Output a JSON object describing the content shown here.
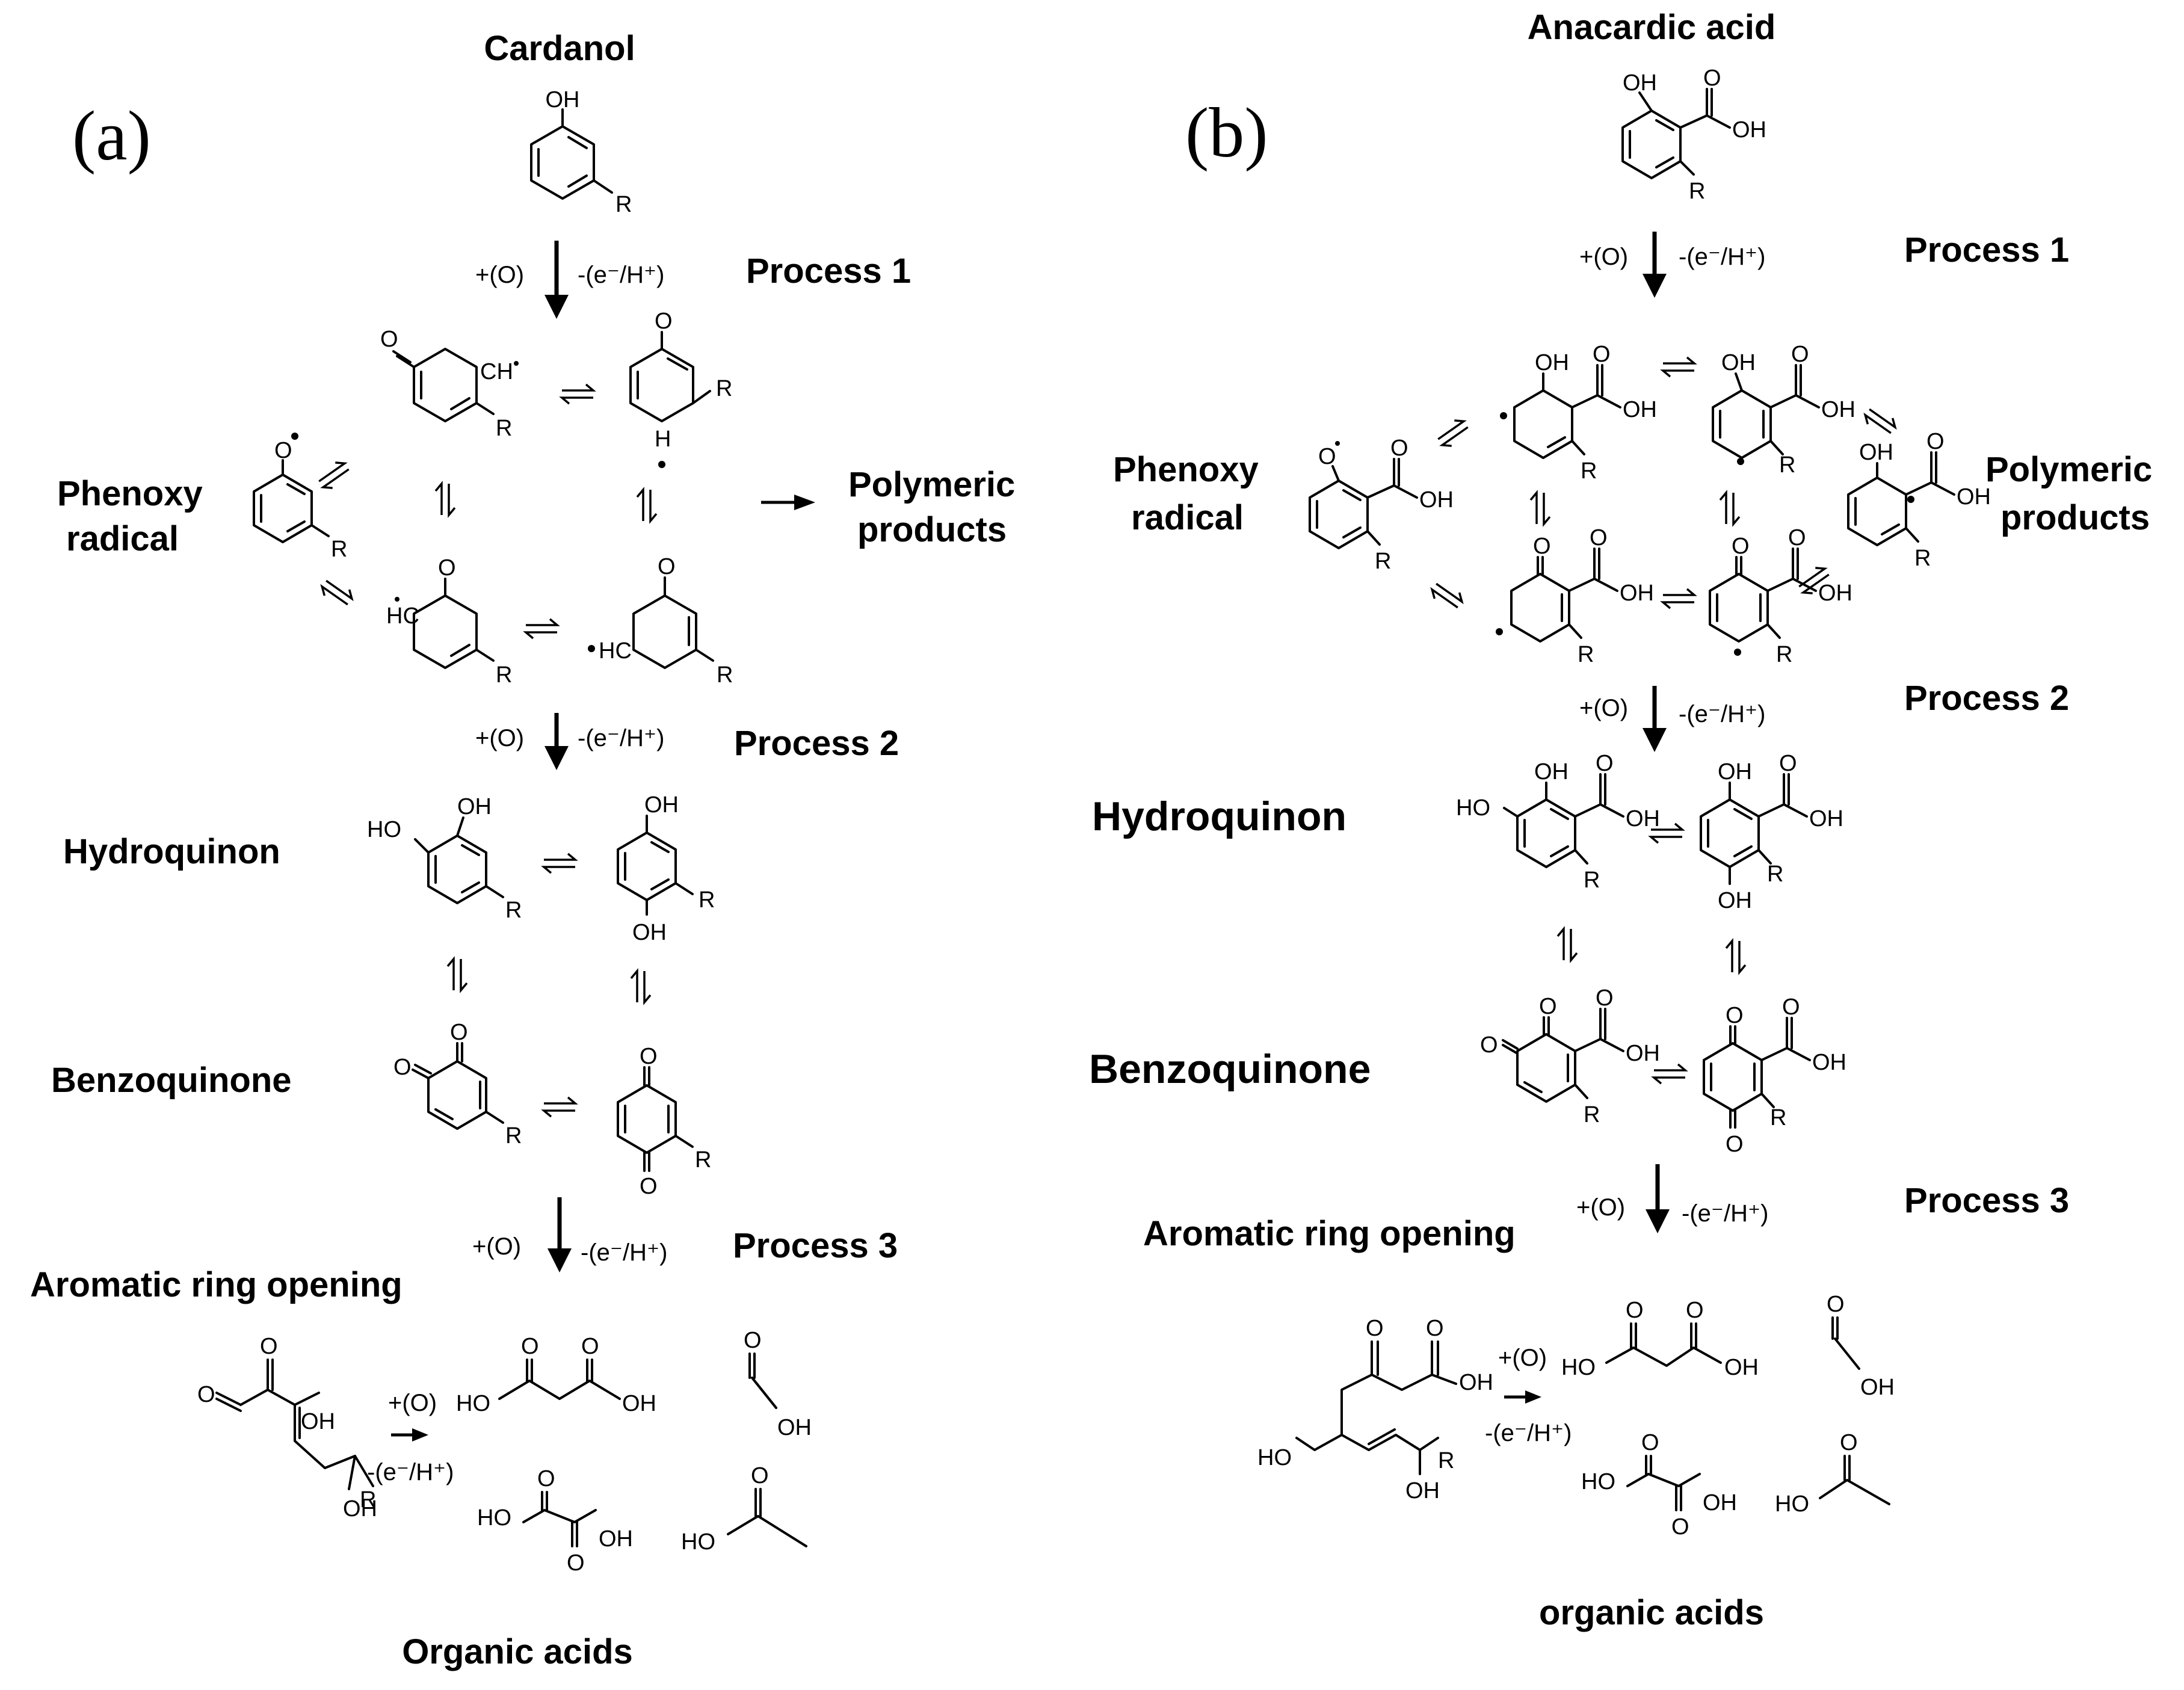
{
  "panel_a": {
    "panel_label": "(a)",
    "title": "Cardanol",
    "process1": "Process 1",
    "process2": "Process 2",
    "process3": "Process 3",
    "phenoxy_line1": "Phenoxy",
    "phenoxy_line2": "radical",
    "polymeric_line1": "Polymeric",
    "polymeric_line2": "products",
    "hydroquinon": "Hydroquinon",
    "benzoquinone": "Benzoquinone",
    "ring_opening": "Aromatic ring opening",
    "organic_acids": "Organic acids",
    "cond_o": "+(O)",
    "cond_e": "-(e⁻/H⁺)"
  },
  "panel_b": {
    "panel_label": "(b)",
    "title": "Anacardic acid",
    "process1": "Process 1",
    "process2": "Process 2",
    "process3": "Process 3",
    "phenoxy_line1": "Phenoxy",
    "phenoxy_line2": "radical",
    "polymeric_line1": "Polymeric",
    "polymeric_line2": "products",
    "hydroquinon": "Hydroquinon",
    "benzoquinone": "Benzoquinone",
    "ring_opening": "Aromatic ring opening",
    "organic_acids": "organic acids",
    "cond_o": "+(O)",
    "cond_e": "-(e⁻/H⁺)"
  },
  "atoms": {
    "oh": "OH",
    "ho": "HO",
    "o": "O",
    "r": "R",
    "h": "H",
    "ch": "CH",
    "hc": "HC"
  }
}
